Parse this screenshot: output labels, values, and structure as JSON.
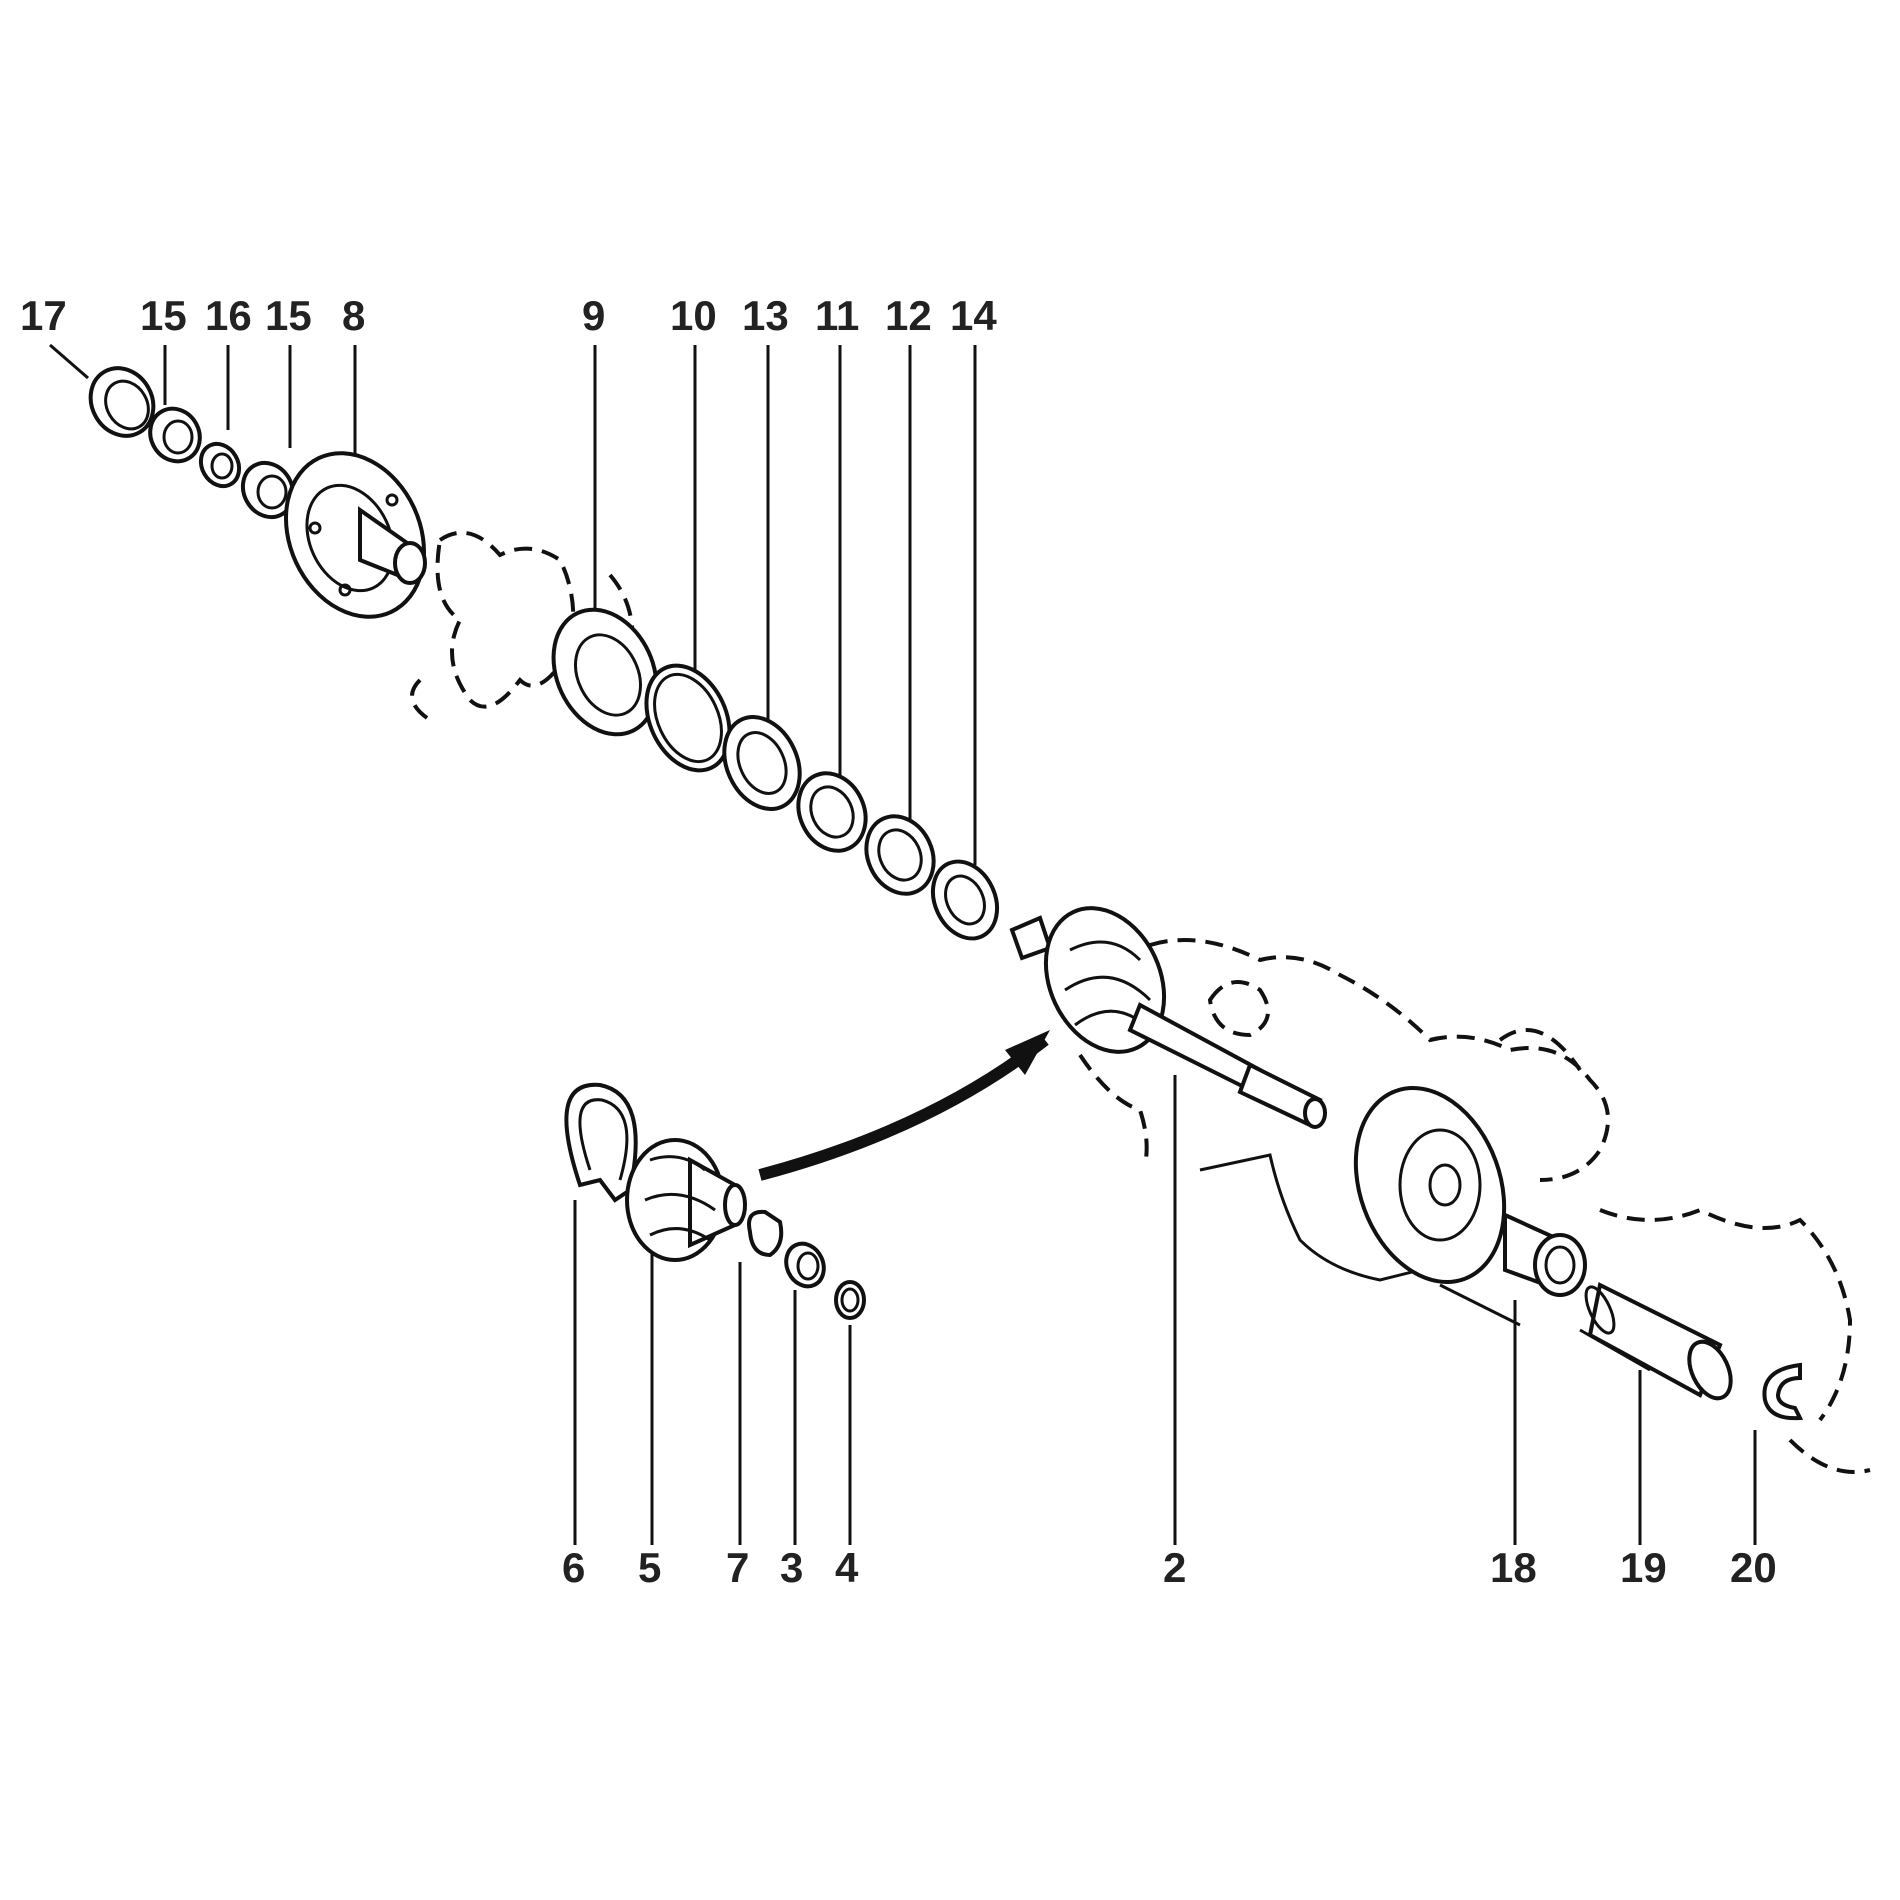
{
  "diagram": {
    "callouts_top": [
      "17",
      "15",
      "16",
      "15",
      "8",
      "9",
      "10",
      "13",
      "11",
      "12",
      "14"
    ],
    "callouts_bottom": [
      "6",
      "5",
      "7",
      "3",
      "4",
      "2",
      "18",
      "19",
      "20"
    ]
  }
}
